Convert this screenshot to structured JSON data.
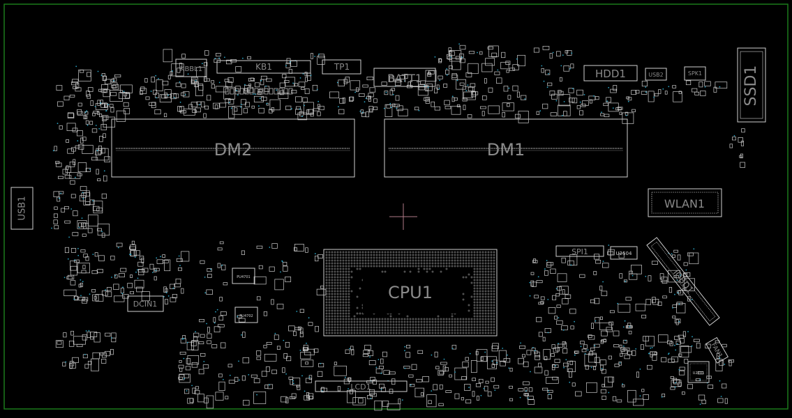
{
  "board": {
    "border_color": "#1a7a1a",
    "outline_color": "#cfcfcf",
    "label_color": "#8a8a8a",
    "via_color": "#2aa3c4",
    "crosshair_color": "#b07a88"
  },
  "components": {
    "usb1": "USB1",
    "kbbl1": "KBBL1",
    "kb1": "KB1",
    "tp1": "TP1",
    "batt1": "BATT1",
    "hdd1": "HDD1",
    "usb2": "USB2",
    "spk1": "SPK1",
    "ssd1": "SSD1",
    "dm2": "DM2",
    "dm1": "DM1",
    "wlan1": "WLAN1",
    "spi1": "SPI1",
    "u2504": "U2504",
    "iobd1": "IOBD1",
    "cpu1": "CPU1",
    "dcin1": "DCIN1",
    "lcd1": "LCD1",
    "fan1": "FAN1",
    "u2701": "U2701",
    "pu4701": "PU4701",
    "pu4702": "PU4702"
  }
}
